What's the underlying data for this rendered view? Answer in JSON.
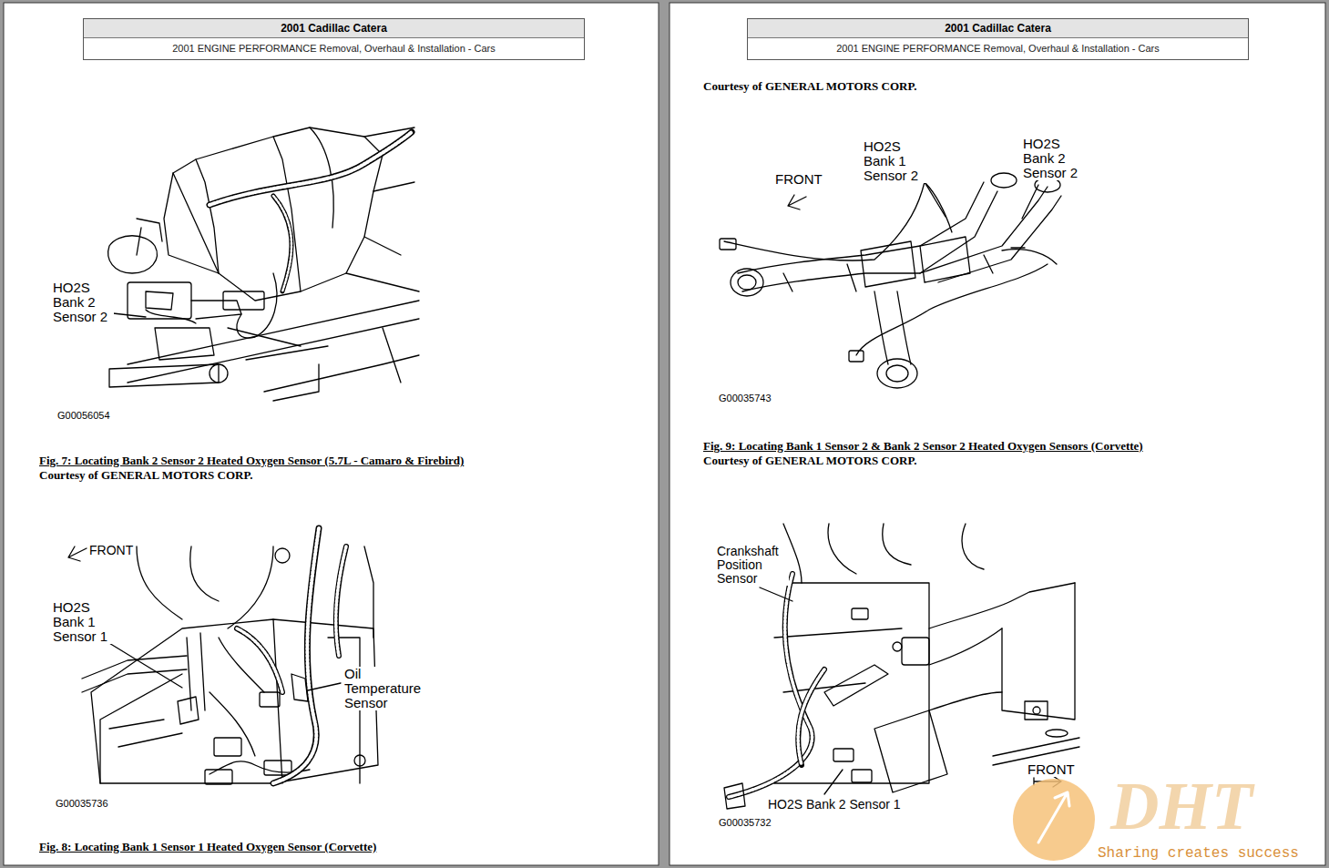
{
  "diagram": {
    "nodes": [
      {
        "text": [
          "2001 Cadillac Catera",
          "2001 ENGINE PERFORMANCE Removal, Overhaul & Installation - Cars"
        ]
      },
      {
        "text": [
          "2001 Cadillac Catera",
          "2001 ENGINE PERFORMANCE Removal, Overhaul & Installation - Cars"
        ]
      }
    ],
    "labels": [
      "HO2S Bank 2 Sensor 2",
      "G00056054",
      "Fig. 7: Locating Bank 2 Sensor 2 Heated Oxygen Sensor (5.7L - Camaro & Firebird)",
      "Courtesy of GENERAL MOTORS CORP.",
      "FRONT",
      "HO2S Bank 1 Sensor 1",
      "Oil Temperature Sensor",
      "G00035736",
      "Fig. 8: Locating Bank 1 Sensor 1 Heated Oxygen Sensor (Corvette)",
      "Courtesy of GENERAL MOTORS CORP.",
      "FRONT",
      "HO2S Bank 1 Sensor 2",
      "HO2S Bank 2 Sensor 2",
      "G00035743",
      "Fig. 9: Locating Bank 1 Sensor 2 & Bank 2 Sensor 2 Heated Oxygen Sensors (Corvette)",
      "Courtesy of GENERAL MOTORS CORP.",
      "Crankshaft Position Sensor",
      "FRONT",
      "HO2S Bank 2 Sensor 1",
      "G00035732",
      "DHT",
      "Sharing creates success"
    ]
  }
}
